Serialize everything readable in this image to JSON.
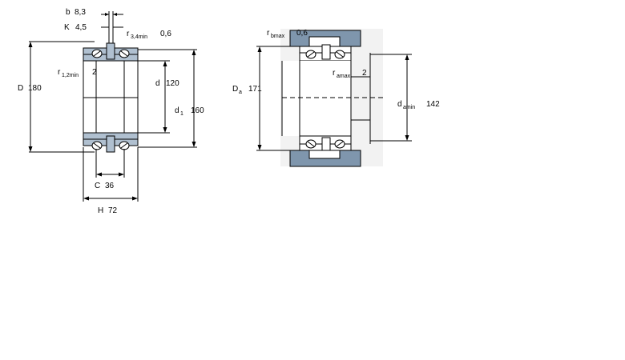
{
  "colors": {
    "bearing_fill": "#b0c0d0",
    "housing_fill": "#7f96ad",
    "line": "#000000",
    "background_panel": "#f2f2f2"
  },
  "left_view": {
    "b": {
      "symbol": "b",
      "value": "8,3"
    },
    "K": {
      "symbol": "K",
      "value": "4,5"
    },
    "r34": {
      "symbol": "r",
      "sub": "3,4min",
      "value": "0,6"
    },
    "r12": {
      "symbol": "r",
      "sub": "1,2min",
      "value": "2"
    },
    "D": {
      "symbol": "D",
      "value": "180"
    },
    "d": {
      "symbol": "d",
      "value": "120"
    },
    "d1": {
      "symbol": "d",
      "sub": "1",
      "value": "160"
    },
    "C": {
      "symbol": "C",
      "value": "36"
    },
    "H": {
      "symbol": "H",
      "value": "72"
    }
  },
  "right_view": {
    "rb": {
      "symbol": "r",
      "sub": "bmax",
      "value": "0,6"
    },
    "ra": {
      "symbol": "r",
      "sub": "amax",
      "value": "2"
    },
    "Da": {
      "symbol": "D",
      "sub": "a",
      "value": "171"
    },
    "da": {
      "symbol": "d",
      "sub": "amin",
      "value": "142"
    }
  }
}
